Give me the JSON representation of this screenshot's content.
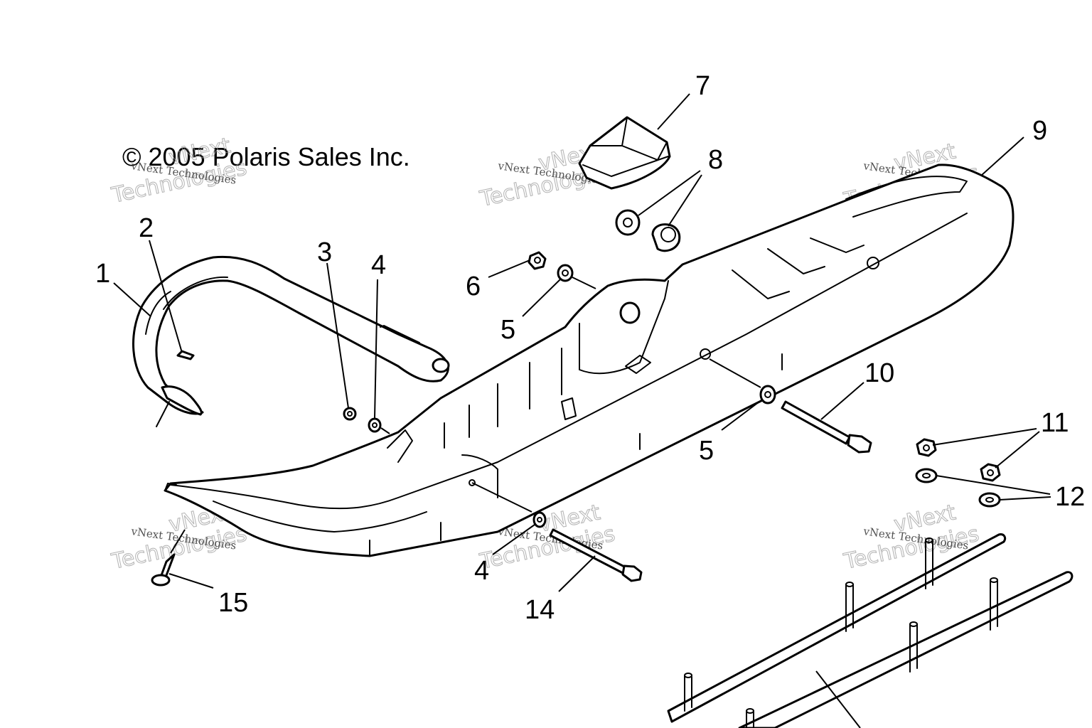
{
  "copyright": "© 2005 Polaris Sales Inc.",
  "watermark": {
    "line1": "vNext Technologies",
    "word1": "vNext",
    "word2": "Technologies"
  },
  "callouts": [
    {
      "id": "1",
      "label": "1"
    },
    {
      "id": "2",
      "label": "2"
    },
    {
      "id": "3",
      "label": "3"
    },
    {
      "id": "4a",
      "label": "4"
    },
    {
      "id": "4b",
      "label": "4"
    },
    {
      "id": "5a",
      "label": "5"
    },
    {
      "id": "5b",
      "label": "5"
    },
    {
      "id": "6",
      "label": "6"
    },
    {
      "id": "7",
      "label": "7"
    },
    {
      "id": "8",
      "label": "8"
    },
    {
      "id": "9",
      "label": "9"
    },
    {
      "id": "10",
      "label": "10"
    },
    {
      "id": "11",
      "label": "11"
    },
    {
      "id": "12",
      "label": "12"
    },
    {
      "id": "14",
      "label": "14"
    },
    {
      "id": "15",
      "label": "15"
    }
  ]
}
